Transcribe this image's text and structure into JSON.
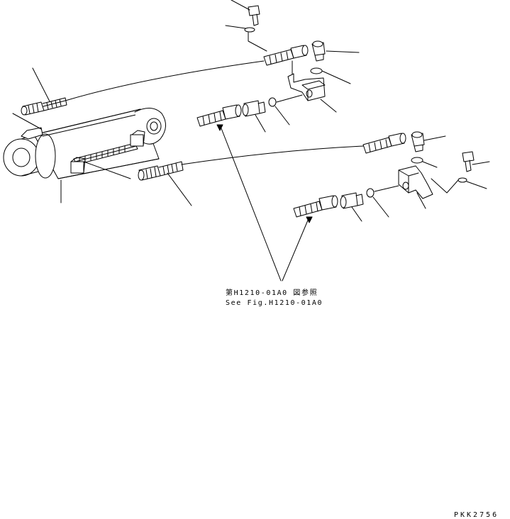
{
  "diagram": {
    "reference_label_jp": "第H1210-01A0 図参照",
    "reference_label_en": "See Fig.H1210-01A0",
    "drawing_code": "PKK2756"
  },
  "colors": {
    "ink": "#000000",
    "paper": "#ffffff"
  }
}
